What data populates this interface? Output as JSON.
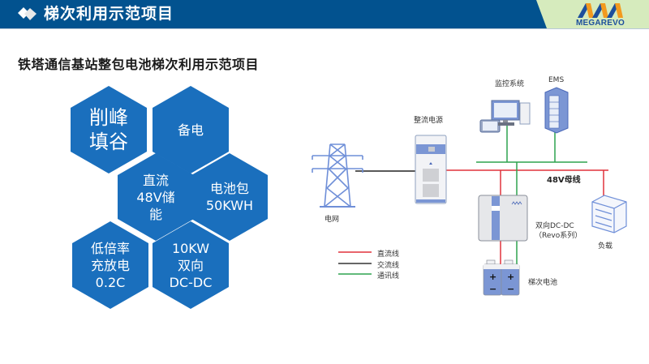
{
  "header": {
    "title": "梯次利用示范项目",
    "brand": "MEGAREVO",
    "colors": {
      "band": "#02528f",
      "accent": "#d6ebbd",
      "logo_blue": "#1d4f9c",
      "logo_orange": "#f39a1e"
    }
  },
  "subtitle": "铁塔通信基站整包电池梯次利用示范项目",
  "hexagons": [
    {
      "label": "削峰\n填谷"
    },
    {
      "label": "备电"
    },
    {
      "label": "直流\n48V储\n能"
    },
    {
      "label": "电池包\n50KWH"
    },
    {
      "label": "低倍率\n充放电\n0.2C"
    },
    {
      "label": "10KW\n双向\nDC-DC"
    }
  ],
  "diagram": {
    "nodes": {
      "grid": "电网",
      "rectifier": "整流电源",
      "monitor": "监控系统",
      "ems": "EMS",
      "bus": "48V母线",
      "dcdc_line1": "双向DC-DC",
      "dcdc_line2": "（Revo系列）",
      "load": "负载",
      "battery": "梯次电池"
    },
    "legend": [
      {
        "label": "直流线",
        "color": "#e0323c"
      },
      {
        "label": "交流线",
        "color": "#333333"
      },
      {
        "label": "通讯线",
        "color": "#2ea34f"
      }
    ]
  }
}
